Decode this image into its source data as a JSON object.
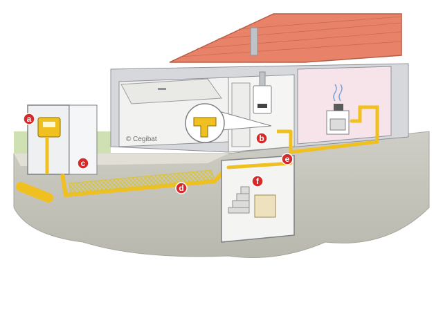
{
  "credit": "© Cegibat",
  "markers": [
    "a",
    "b",
    "c",
    "d",
    "e",
    "f"
  ],
  "colors": {
    "marker": "#d62a2a",
    "gas_pipe": "#f0c020",
    "protective_grid": "#f3e36a",
    "roof_tile": "#e8836a",
    "wall": "#d6d8dc",
    "interior": "#f7e3ea",
    "ground": "#c5c4bb"
  }
}
